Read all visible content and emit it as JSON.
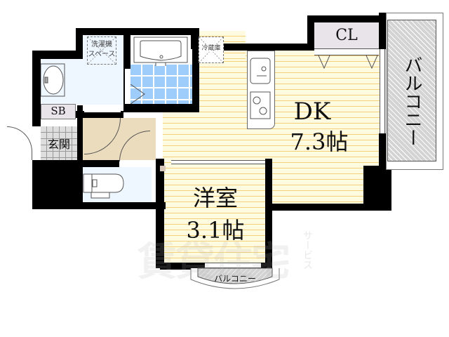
{
  "floorplan": {
    "rooms": {
      "dk": {
        "name": "DK",
        "size": "7.3帖"
      },
      "western": {
        "name": "洋室",
        "size": "3.1帖"
      },
      "closet": {
        "name": "CL"
      },
      "shoe_box": {
        "name": "SB"
      },
      "entrance": {
        "name": "玄関"
      },
      "balcony_east": {
        "name": "バルコニー"
      },
      "balcony_south": {
        "name": "バルコニー"
      }
    },
    "fixtures": {
      "washer": {
        "line1": "洗濯機",
        "line2": "スペース"
      },
      "fridge": {
        "name": "冷蔵庫"
      }
    },
    "watermark": {
      "main": "賃貸住宅",
      "sub": "サービス"
    },
    "colors": {
      "wall": "#000000",
      "wood_floor": "#fffbe0",
      "wood_line": "#f5d27a",
      "wet_area": "#eef6ff",
      "bath_tile": "#9fcdfb",
      "hallway": "#ebdcbd",
      "balcony": "#d3d3d3",
      "closet": "#e8e4ea"
    }
  }
}
